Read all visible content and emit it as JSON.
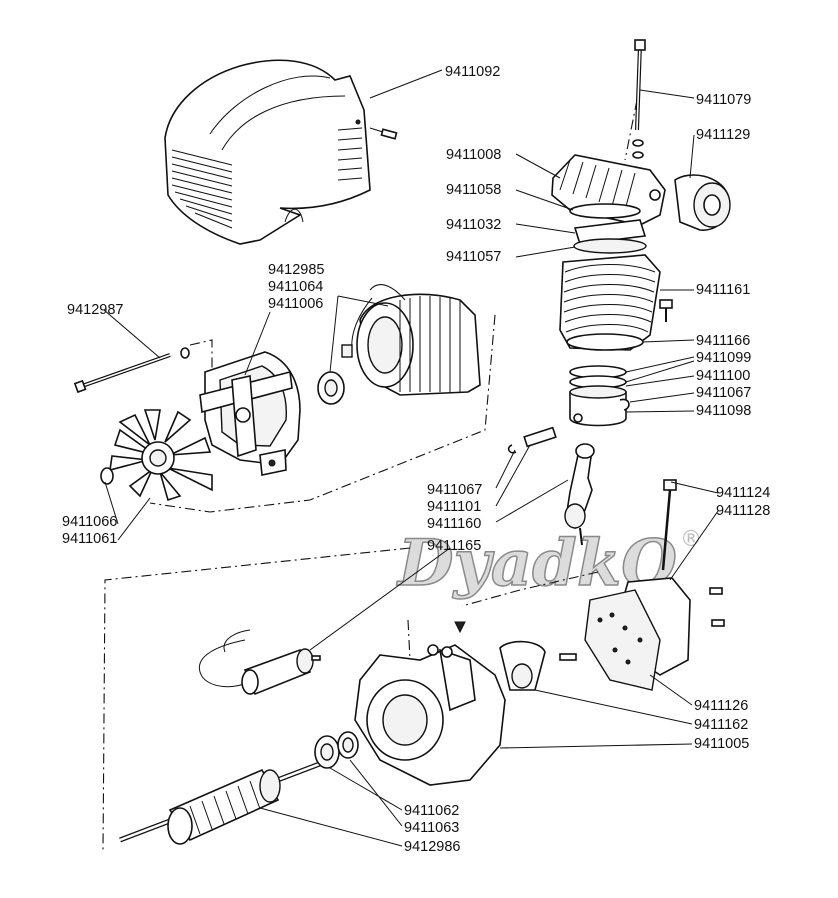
{
  "diagram": {
    "watermark": "DyadkO",
    "watermark_mark": "®",
    "part_numbers": {
      "cover": "9411092",
      "stud": "9411079",
      "air_filter": "9411129",
      "cylinder_head": "9411008",
      "head_gasket": "9411058",
      "valve_plate": "9411032",
      "plate_gasket": "9411057",
      "cylinder": "9411161",
      "cylinder_gasket": "9411166",
      "ring_1": "9411099",
      "ring_2": "9411100",
      "circlip_right": "9411067",
      "piston": "9411098",
      "circlip_left": "9411067",
      "piston_pin": "9411101",
      "connecting_rod": "9411160",
      "capacitor": "9411165",
      "dipstick": "9411124",
      "breather": "9411128",
      "side_plate": "9411126",
      "eccentric": "9411162",
      "crankcase": "9411005",
      "bearing_1": "9411062",
      "bearing_2": "9411063",
      "rotor": "9412986",
      "stator": "9412985",
      "fan_bearing": "9411064",
      "fan_support": "9411006",
      "tie_rod": "9412987",
      "fan_circlip": "9411066",
      "fan": "9411061"
    }
  }
}
